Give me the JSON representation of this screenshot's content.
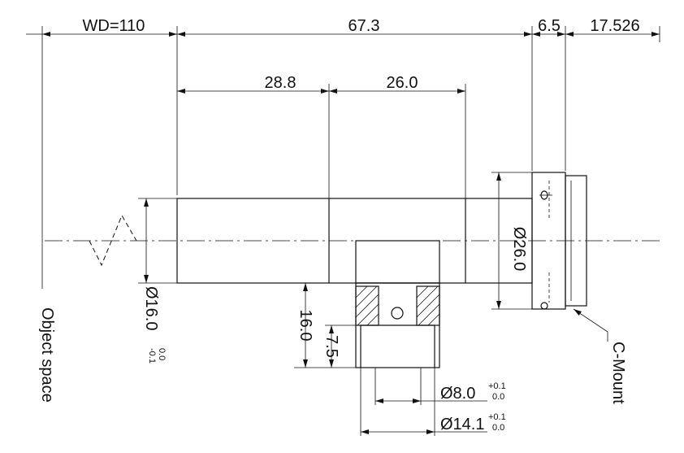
{
  "dimensions": {
    "wd": "WD=110",
    "overall_length": "67.3",
    "flange": "6.5",
    "mount": "17.526",
    "section_a": "28.8",
    "section_b": "26.0",
    "housing_dia": "Ø26.0",
    "body_dia": "Ø16.0",
    "body_dia_tol_upper": "0.0",
    "body_dia_tol_lower": "-0.1",
    "port_offset": "16.0",
    "port_depth": "7.5",
    "port_inner_dia": "Ø8.0",
    "port_inner_tol_upper": "+0.1",
    "port_inner_tol_lower": "0.0",
    "port_outer_dia": "Ø14.1",
    "port_outer_tol_upper": "+0.1",
    "port_outer_tol_lower": "0.0"
  },
  "labels": {
    "object_space": "Object space",
    "c_mount": "C-Mount"
  }
}
